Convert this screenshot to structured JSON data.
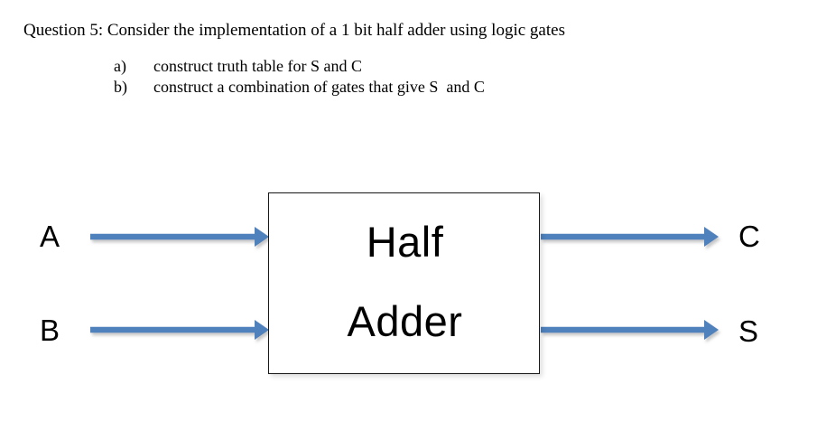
{
  "question": {
    "text": "Question 5: Consider the implementation of a 1 bit half adder using logic gates",
    "tasks": [
      {
        "marker": "a)",
        "text": "construct truth table for S and C"
      },
      {
        "marker": "b)",
        "text": "construct a combination of gates that give S  and C"
      }
    ]
  },
  "diagram": {
    "block": {
      "title_line1": "Half",
      "title_line2": "Adder"
    },
    "inputs": [
      {
        "label": "A",
        "arrow_name": "input-arrow-a"
      },
      {
        "label": "B",
        "arrow_name": "input-arrow-b"
      }
    ],
    "outputs": [
      {
        "label": "C",
        "arrow_name": "output-arrow-c"
      },
      {
        "label": "S",
        "arrow_name": "output-arrow-s"
      }
    ],
    "colors": {
      "arrow": "#4F81BD",
      "box_border": "#181818",
      "text": "#000000",
      "background": "#FFFFFF"
    }
  }
}
